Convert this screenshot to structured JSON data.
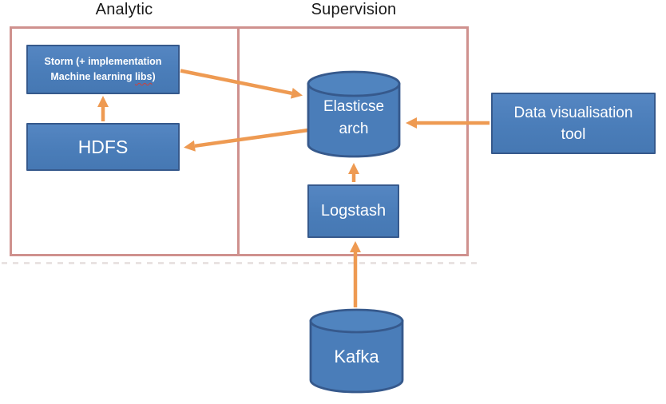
{
  "diagram": {
    "regions": [
      {
        "id": "analytic",
        "label": "Analytic"
      },
      {
        "id": "supervision",
        "label": "Supervision"
      }
    ],
    "nodes": {
      "storm": {
        "shape": "rect",
        "region": "analytic",
        "label_line1": "Storm (+ implementation",
        "label_line2_prefix": "Machine learning ",
        "label_line2_misspelled": "libs",
        "label_line2_suffix": ")"
      },
      "hdfs": {
        "shape": "rect",
        "region": "analytic",
        "label": "HDFS"
      },
      "elasticsearch": {
        "shape": "cylinder",
        "region": "supervision",
        "label_line1": "Elasticse",
        "label_line2": "arch"
      },
      "logstash": {
        "shape": "rect",
        "region": "supervision",
        "label": "Logstash"
      },
      "kafka": {
        "shape": "cylinder",
        "region": "none",
        "label": "Kafka"
      },
      "dataviz": {
        "shape": "rect",
        "region": "none",
        "label_line1": "Data visualisation",
        "label_line2": "tool"
      }
    },
    "edges": [
      {
        "from": "hdfs",
        "to": "storm"
      },
      {
        "from": "storm",
        "to": "elasticsearch"
      },
      {
        "from": "elasticsearch",
        "to": "hdfs"
      },
      {
        "from": "dataviz",
        "to": "elasticsearch"
      },
      {
        "from": "logstash",
        "to": "elasticsearch"
      },
      {
        "from": "kafka",
        "to": "logstash"
      }
    ],
    "colors": {
      "node_fill": "#4a7db9",
      "node_border": "#36598c",
      "node_text": "#ffffff",
      "region_border": "#cf918e",
      "arrow": "#ee9a52",
      "title_text": "#1a1a1a",
      "spellcheck_underline": "#d04038"
    }
  }
}
